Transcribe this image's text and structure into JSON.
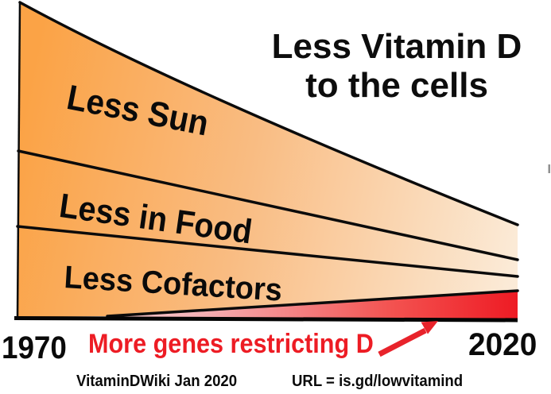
{
  "title": {
    "line1": "Less Vitamin D",
    "line2": "to the cells"
  },
  "wedges": [
    {
      "label": "Less Sun",
      "trend": "decreasing",
      "fill": "orange-gradient"
    },
    {
      "label": "Less in Food",
      "trend": "decreasing",
      "fill": "orange-gradient"
    },
    {
      "label": "Less Cofactors",
      "trend": "decreasing",
      "fill": "orange-gradient"
    },
    {
      "label": "More genes restricting D",
      "trend": "increasing",
      "fill": "red-gradient"
    }
  ],
  "annotation": {
    "label": "More genes restricting D",
    "arrow_direction": "up-right",
    "arrow_color": "#E8232B"
  },
  "timeline": {
    "start_year": "1970",
    "end_year": "2020"
  },
  "footer": {
    "source": "VitaminDWiki  Jan 2020",
    "url_label": "URL = is.gd/lowvitamind"
  },
  "colors": {
    "wedge_orange_left": "#FBA346",
    "wedge_pale_right": "#FBEBD8",
    "genes_red": "#ED1C24",
    "genes_pink_left": "#F9CBCE",
    "outline_black": "#0b0b0b",
    "text_black": "#0a0a0a",
    "text_red": "#ED1C24",
    "background": "#FFFFFF"
  },
  "chart_data": {
    "type": "area",
    "title": "Less Vitamin D to the cells",
    "x": [
      1970,
      2020
    ],
    "xlabel": "",
    "ylabel": "",
    "legend_position": "inside-wedges",
    "grid": false,
    "series": [
      {
        "name": "Less Sun",
        "relative_thickness": [
          187,
          44
        ],
        "trend": "decreasing"
      },
      {
        "name": "Less in Food",
        "relative_thickness": [
          95,
          21
        ],
        "trend": "decreasing"
      },
      {
        "name": "Less Cofactors",
        "relative_thickness": [
          114,
          18
        ],
        "trend": "decreasing"
      },
      {
        "name": "More genes restricting D",
        "relative_thickness": [
          0,
          36
        ],
        "trend": "increasing"
      }
    ]
  }
}
